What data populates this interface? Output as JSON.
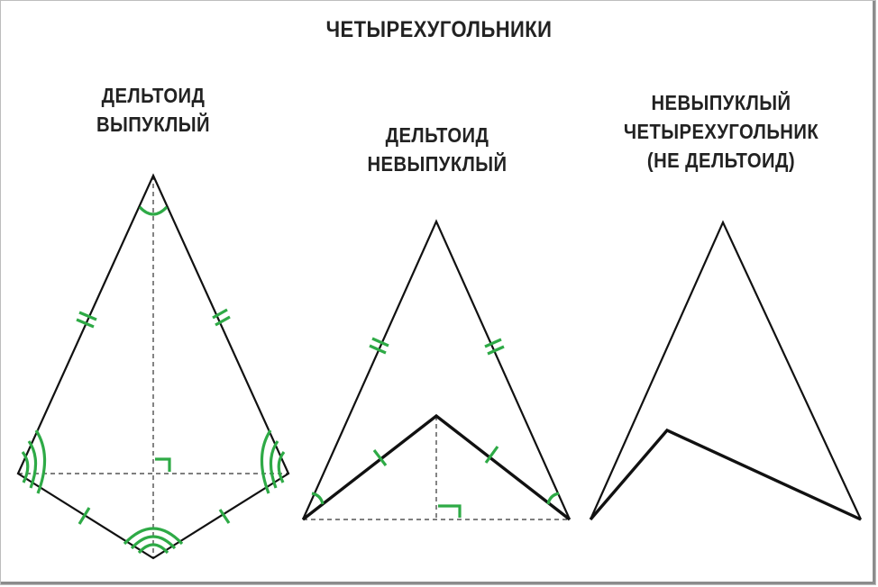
{
  "title": "ЧЕТЫРЕХУГОЛЬНИКИ",
  "figures": [
    {
      "label_lines": [
        "ДЕЛЬТОИД",
        "ВЫПУКЛЫЙ"
      ]
    },
    {
      "label_lines": [
        "ДЕЛЬТОИД",
        "НЕВЫПУКЛЫЙ"
      ]
    },
    {
      "label_lines": [
        "НЕВЫПУКЛЫЙ",
        "ЧЕТЫРЕХУГОЛЬНИК",
        "(НЕ ДЕЛЬТОИД)"
      ]
    }
  ],
  "colors": {
    "line": "#111111",
    "marks": "#2eaa46",
    "text": "#222222",
    "background": "#ffffff"
  }
}
